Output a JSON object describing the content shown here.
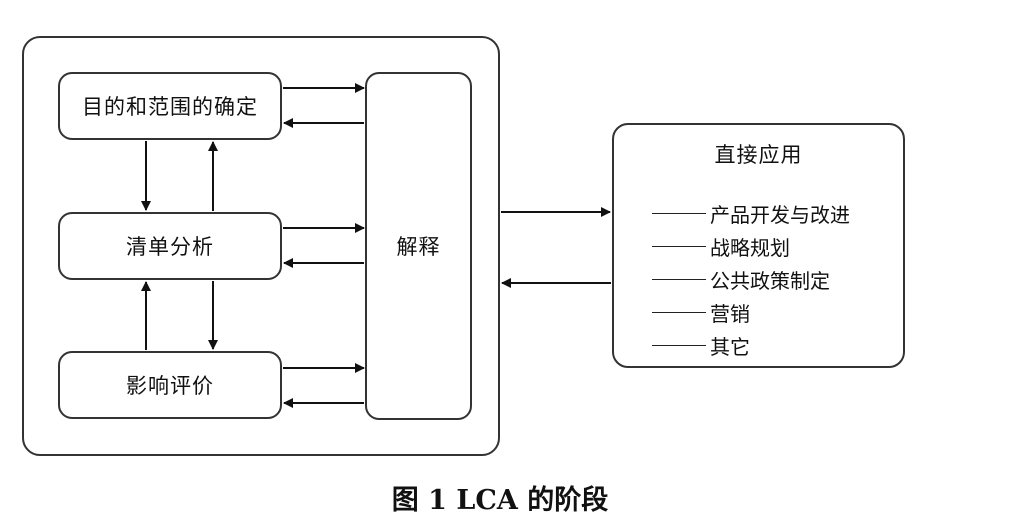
{
  "framework": {
    "goal_scope": "目的和范围的确定",
    "inventory": "清单分析",
    "impact": "影响评价",
    "interpretation": "解释"
  },
  "applications": {
    "title": "直接应用",
    "items": [
      "产品开发与改进",
      "战略规划",
      "公共政策制定",
      "营销",
      "其它"
    ]
  },
  "caption": "图 1  LCA 的阶段"
}
